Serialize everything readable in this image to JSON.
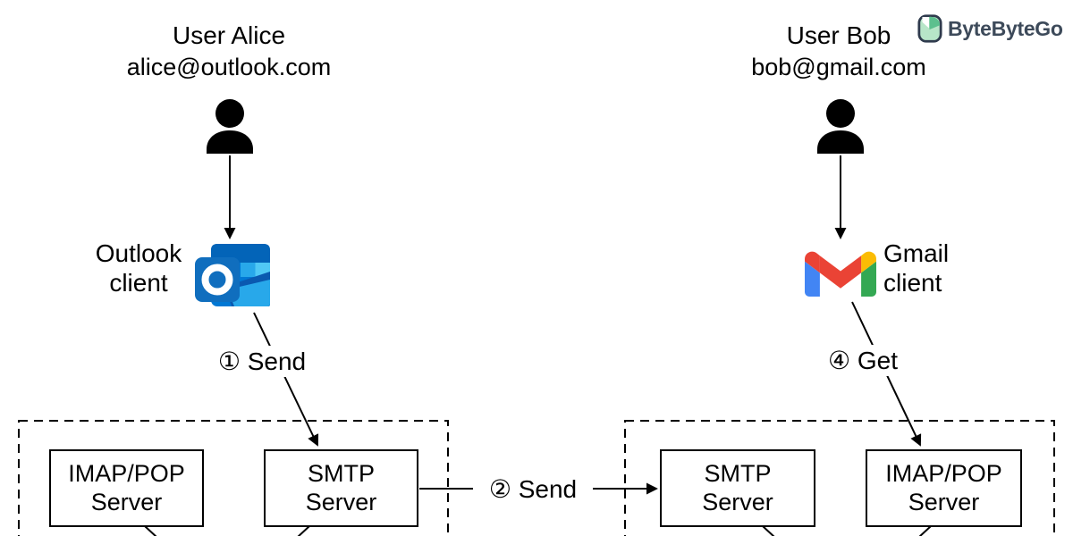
{
  "brand": {
    "name": "ByteByteGo",
    "icon_green_light": "#b7e6c8",
    "icon_green_dark": "#5cc08e",
    "icon_outline": "#2f3b4d",
    "text_color": "#3d4a5a"
  },
  "users": {
    "alice": {
      "title": "User Alice",
      "email": "alice@outlook.com"
    },
    "bob": {
      "title": "User Bob",
      "email": "bob@gmail.com"
    }
  },
  "clients": {
    "outlook": {
      "label": "Outlook\nclient",
      "dark_blue": "#0364b8",
      "mid_blue": "#0078d4",
      "light_blue": "#28a8ea",
      "pale_blue": "#50c8f5",
      "tile_blue": "#106ebe",
      "flap_blue": "#0a59b0"
    },
    "gmail": {
      "label": "Gmail\nclient",
      "blue": "#4285f4",
      "red": "#ea4335",
      "yellow": "#fbbc04",
      "green": "#34a853"
    }
  },
  "steps": {
    "step1": "① Send",
    "step2": "② Send",
    "step4": "④ Get"
  },
  "providers": {
    "outlook": {
      "servers": [
        "IMAP/POP\nServer",
        "SMTP\nServer"
      ]
    },
    "gmail": {
      "servers": [
        "SMTP\nServer",
        "IMAP/POP\nServer"
      ]
    }
  },
  "line_color": "#000000"
}
